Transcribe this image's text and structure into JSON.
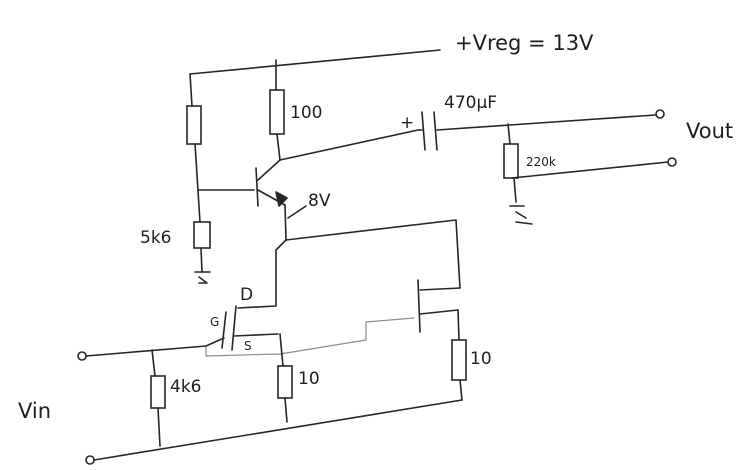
{
  "labels": {
    "supply": "+Vreg = 13V",
    "r_top_right": "100",
    "capacitor": "470µF",
    "cap_plus": "+",
    "vout": "Vout",
    "r_load": "220k",
    "emitter_voltage": "8V",
    "r_base_bottom": "5k6",
    "drain": "D",
    "gate": "G",
    "source": "S",
    "vin": "Vin",
    "r_gate": "4k6",
    "r_source_left": "10",
    "r_source_right": "10"
  },
  "colors": {
    "ink": "#262626",
    "pencil": "#8a8a8a",
    "paper": "#ffffff"
  }
}
